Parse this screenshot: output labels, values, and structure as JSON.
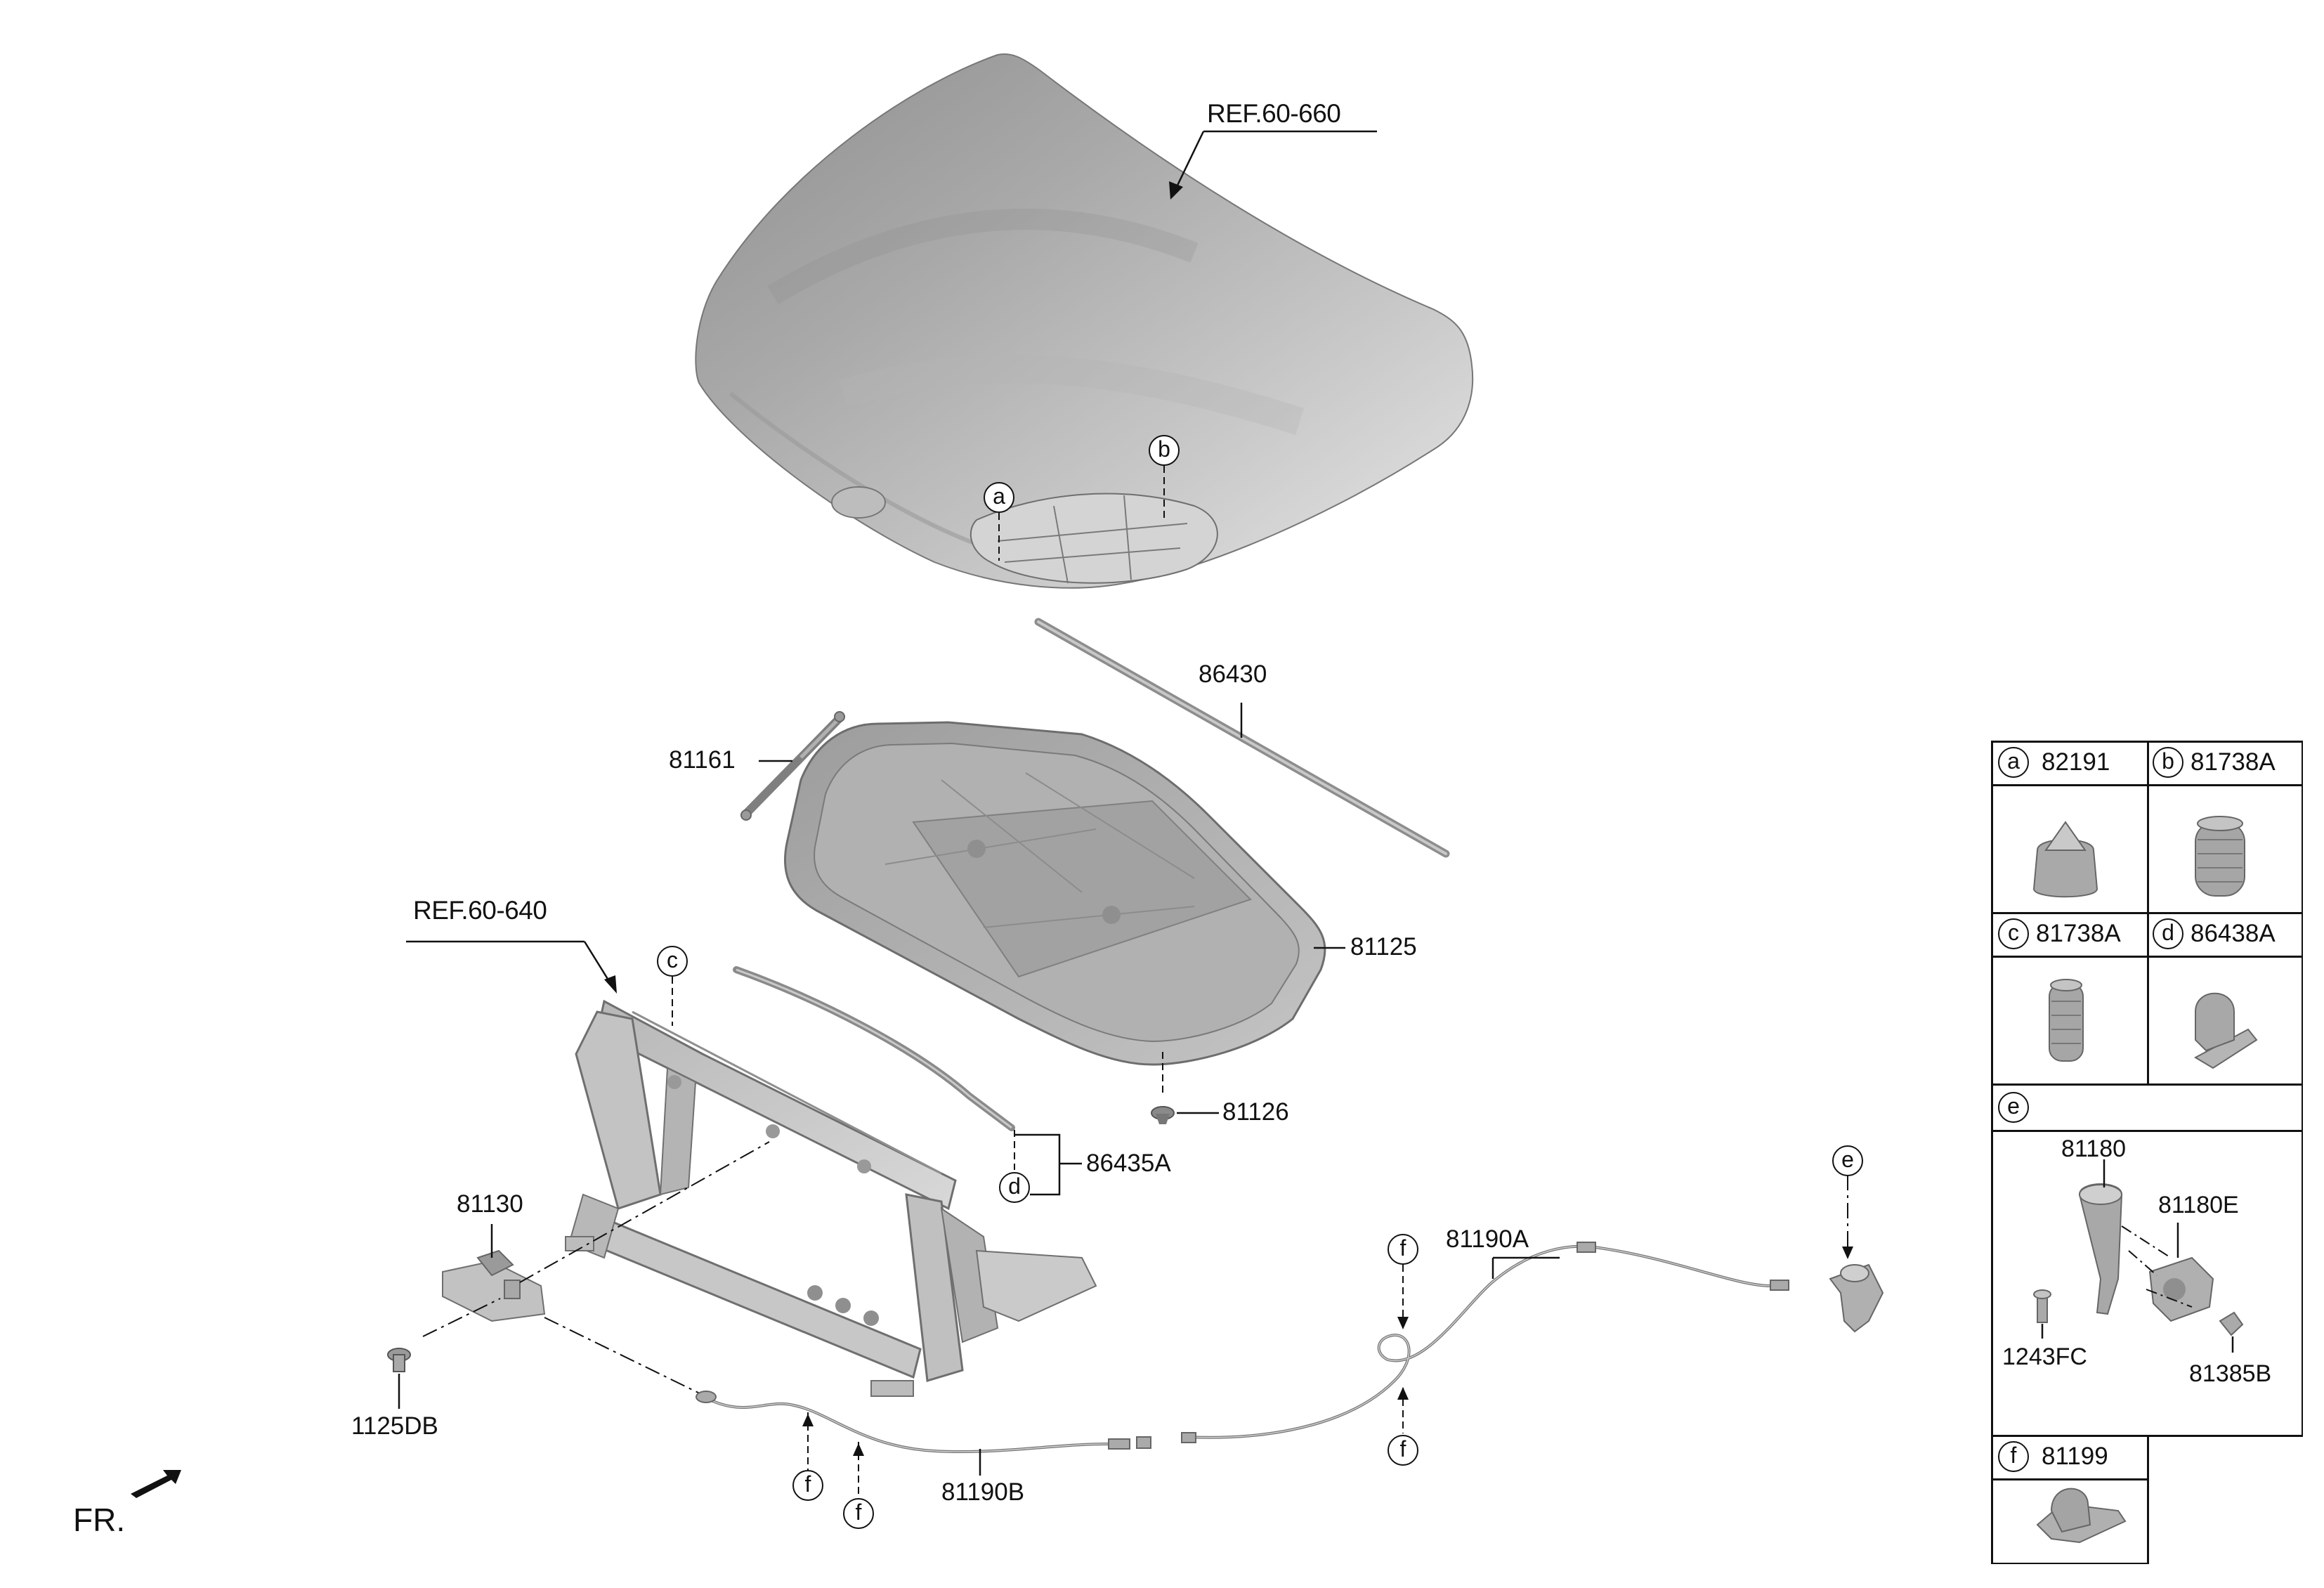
{
  "labels": {
    "ref_hood": "REF.60-660",
    "ref_carrier": "REF.60-640",
    "p86430": "86430",
    "p81161": "81161",
    "p81125": "81125",
    "p81126": "81126",
    "p86435A": "86435A",
    "p81130": "81130",
    "p1125DB": "1125DB",
    "p81190A": "81190A",
    "p81190B": "81190B",
    "fr": "FR."
  },
  "callouts": {
    "a": "a",
    "b": "b",
    "c": "c",
    "d": "d",
    "e": "e",
    "f": "f"
  },
  "legend": {
    "a": {
      "letter": "a",
      "part": "82191"
    },
    "b": {
      "letter": "b",
      "part": "81738A"
    },
    "c": {
      "letter": "c",
      "part": "81738A"
    },
    "d": {
      "letter": "d",
      "part": "86438A"
    },
    "e": {
      "letter": "e",
      "parts": [
        "81180",
        "81180E",
        "1243FC",
        "81385B"
      ]
    },
    "f": {
      "letter": "f",
      "part": "81199"
    }
  }
}
